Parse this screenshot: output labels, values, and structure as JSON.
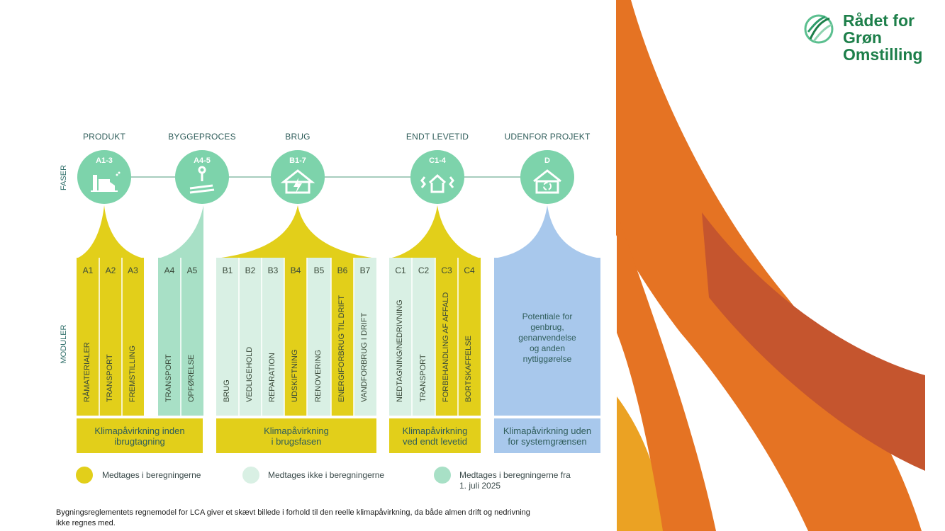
{
  "logo": {
    "line1": "Rådet for",
    "line2": "Grøn",
    "line3": "Omstilling"
  },
  "axis": {
    "faser": "FASER",
    "moduler": "MODULER"
  },
  "phases": [
    {
      "title": "PRODUKT",
      "code": "A1-3"
    },
    {
      "title": "BYGGEPROCES",
      "code": "A4-5"
    },
    {
      "title": "BRUG",
      "code": "B1-7"
    },
    {
      "title": "ENDT LEVETID",
      "code": "C1-4"
    },
    {
      "title": "UDENFOR PROJEKT",
      "code": "D"
    }
  ],
  "modules": [
    {
      "code": "A1",
      "name": "RÅMATERIALER"
    },
    {
      "code": "A2",
      "name": "TRANSPORT"
    },
    {
      "code": "A3",
      "name": "FREMSTILLING"
    },
    {
      "code": "A4",
      "name": "TRANSPORT"
    },
    {
      "code": "A5",
      "name": "OPFØRELSE"
    },
    {
      "code": "B1",
      "name": "BRUG"
    },
    {
      "code": "B2",
      "name": "VEDLIGEHOLD"
    },
    {
      "code": "B3",
      "name": "REPARATION"
    },
    {
      "code": "B4",
      "name": "UDSKIFTNING"
    },
    {
      "code": "B5",
      "name": "RENOVERING"
    },
    {
      "code": "B6",
      "name": "ENERGIFORBRUG TIL DRIFT"
    },
    {
      "code": "B7",
      "name": "VANDFORBRUG I DRIFT"
    },
    {
      "code": "C1",
      "name": "NEDTAGNING/NEDRIVNING"
    },
    {
      "code": "C2",
      "name": "TRANSPORT"
    },
    {
      "code": "C3",
      "name": "FORBEHANDLING AF AFFALD"
    },
    {
      "code": "C4",
      "name": "BORTSKAFFELSE"
    }
  ],
  "d_text": {
    "l1": "Potentiale for",
    "l2": "genbrug,",
    "l3": "genanvendelse",
    "l4": "og anden",
    "l5": "nyttiggørelse"
  },
  "summaries": [
    {
      "l1": "Klimapåvirkning inden",
      "l2": "ibrugtagning"
    },
    {
      "l1": "Klimapåvirkning",
      "l2": "i brugsfasen"
    },
    {
      "l1": "Klimapåvirkning",
      "l2": "ved endt levetid"
    },
    {
      "l1": "Klimapåvirkning uden",
      "l2": "for systemgrænsen"
    }
  ],
  "legend": [
    {
      "label": "Medtages i beregningerne",
      "color": "#e2cf1a"
    },
    {
      "label": "Medtages ikke i beregningerne",
      "color": "#d9f0e4"
    },
    {
      "label": "Medtages i beregningerne  fra",
      "label2": "1. juli 2025",
      "color": "#a8e0c6"
    }
  ],
  "footnote": {
    "l1": "Bygningsreglementets regnemodel for LCA giver et skævt billede i forhold til den reelle klimapåvirkning, da både almen drift og nedrivning",
    "l2": "ikke regnes med."
  },
  "colors": {
    "yellow": "#e2cf1a",
    "mint": "#a8e0c6",
    "pale": "#d9f0e4",
    "blue": "#a8c8ec",
    "circle": "#7dd3ab",
    "orange": "#e57323",
    "rust": "#c5552e",
    "amber": "#eba223"
  }
}
